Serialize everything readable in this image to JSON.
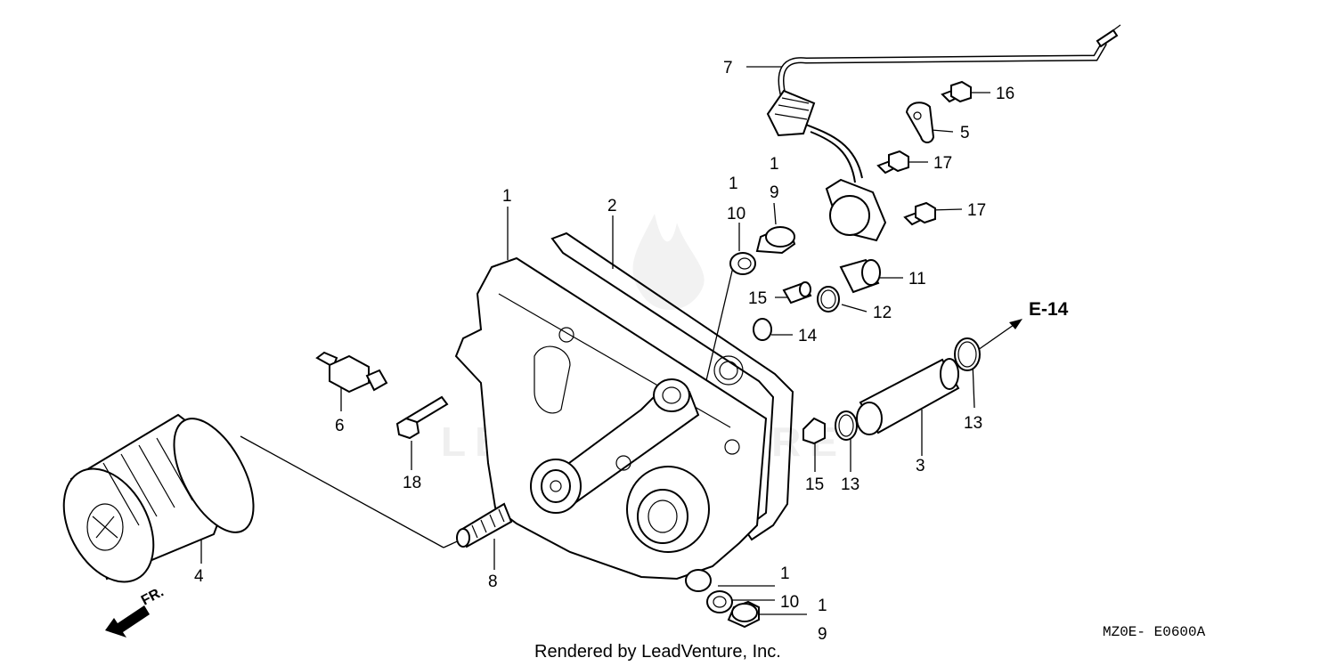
{
  "watermark": "LEADVENTURE",
  "credit": "Rendered by LeadVenture, Inc.",
  "diagram_code": "MZ0E- E0600A",
  "reference": "E-14",
  "front_label": "FR.",
  "labels": {
    "n1a": "1",
    "n1b": "1",
    "n1c": "1",
    "n1d": "1",
    "n1e": "1",
    "n2": "2",
    "n3": "3",
    "n4": "4",
    "n5": "5",
    "n6": "6",
    "n7": "7",
    "n8": "8",
    "n9a": "9",
    "n9b": "9",
    "n10a": "10",
    "n10b": "10",
    "n11": "11",
    "n12": "12",
    "n13a": "13",
    "n13b": "13",
    "n14": "14",
    "n15a": "15",
    "n15b": "15",
    "n16": "16",
    "n17a": "17",
    "n17b": "17",
    "n18": "18"
  }
}
